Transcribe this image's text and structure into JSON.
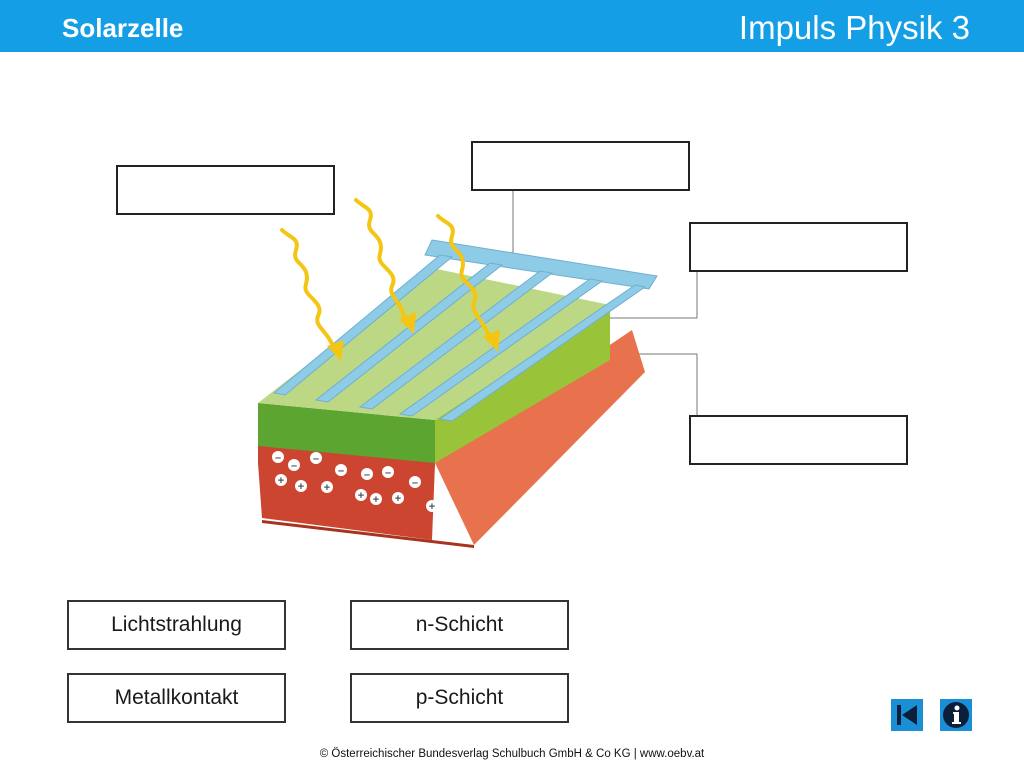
{
  "header": {
    "title": "Solarzelle",
    "brand": "Impuls Physik 3"
  },
  "labels": [
    "Lichtstrahlung",
    "n-Schicht",
    "Metallkontakt",
    "p-Schicht"
  ],
  "charges": {
    "minus": "–",
    "plus": "+"
  },
  "footer": {
    "copyright": "© Österreichischer Bundesverlag Schulbuch GmbH & Co KG | www.oebv.at"
  },
  "colors": {
    "header": "#139ee6",
    "contact": "#8dcbe6",
    "n_layer_top": "#bcd884",
    "n_layer_side": "#99c43a",
    "n_layer_front": "#5ba530",
    "p_layer_side": "#e8724e",
    "p_layer_front": "#cc4530",
    "light_ray": "#f4c513",
    "nav_buttons": "#1a8fd6"
  },
  "icons": {
    "back": "skip-back-icon",
    "info": "info-icon"
  }
}
